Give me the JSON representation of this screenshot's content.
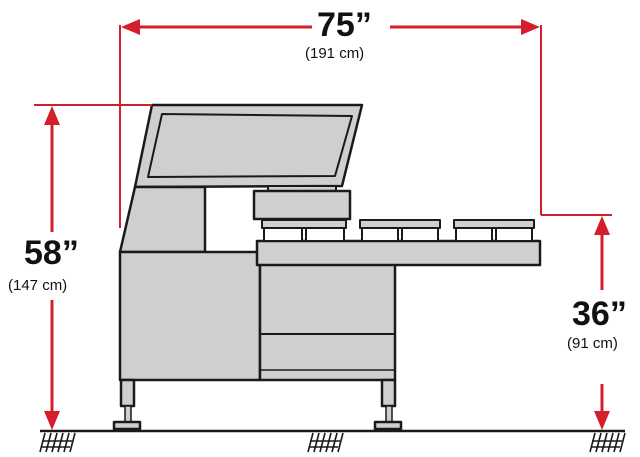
{
  "dimensions": {
    "width": {
      "imperial": "75”",
      "metric": "(191 cm)"
    },
    "height": {
      "imperial": "58”",
      "metric": "(147 cm)"
    },
    "table_height": {
      "imperial": "36”",
      "metric": "(91 cm)"
    }
  },
  "colors": {
    "dimension_line": "#d51e2c",
    "machine_fill": "#cfcfcf",
    "machine_outline": "#1a1a1a",
    "text": "#111111"
  }
}
